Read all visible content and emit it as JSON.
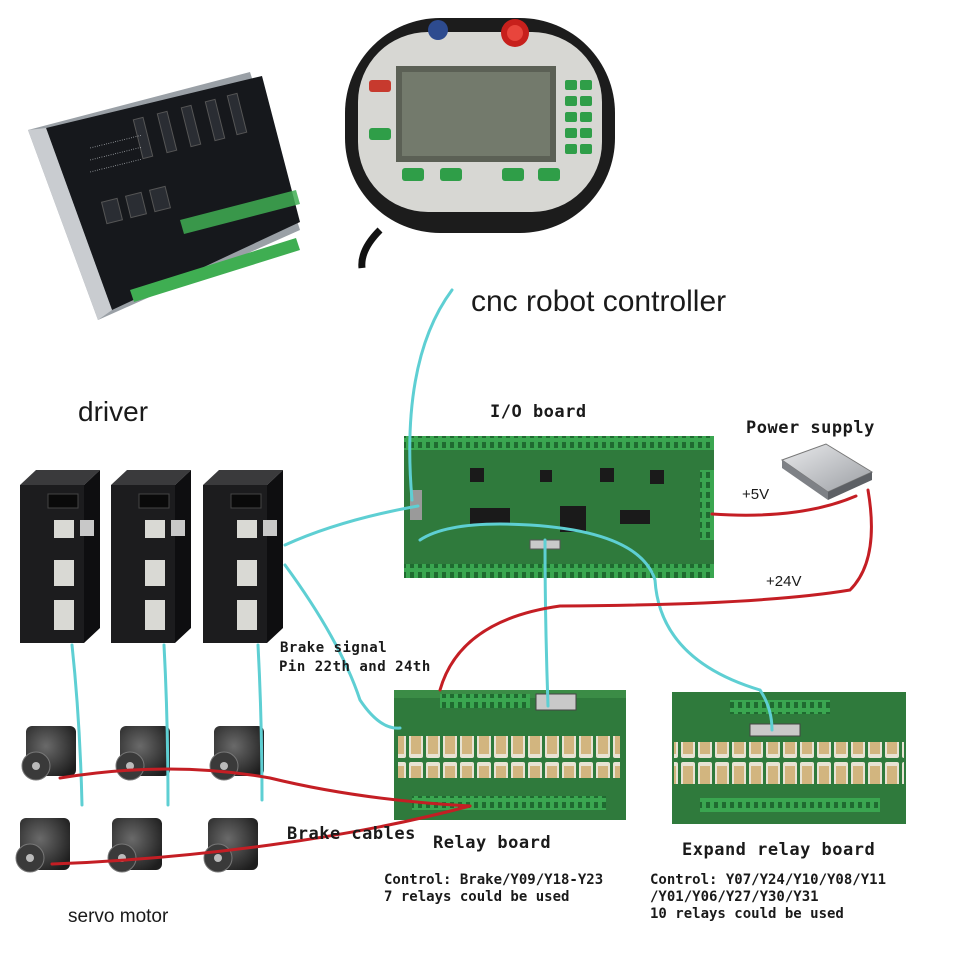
{
  "labels": {
    "cnc_controller": "cnc robot controller",
    "driver": "driver",
    "io_board": "I/O board",
    "power_supply": "Power supply",
    "plus5v": "+5V",
    "plus24v": "+24V",
    "brake_signal_line1": "Brake signal",
    "brake_signal_line2": "Pin 22th and 24th",
    "brake_cables": "Brake cables",
    "relay_board": "Relay board",
    "expand_relay_board": "Expand relay board",
    "servo_motor": "servo motor"
  },
  "relay_note": {
    "line1": "Control: Brake/Y09/Y18-Y23",
    "line2": "7 relays could be used"
  },
  "expand_note": {
    "line1": "Control: Y07/Y24/Y10/Y08/Y11",
    "line2": "/Y01/Y06/Y27/Y30/Y31",
    "line3": "10 relays could be used"
  },
  "colors": {
    "signal_cable": "#5ecfd3",
    "power_cable": "#c41e24",
    "pcb": "#2f7a3c",
    "terminal": "#33a04a",
    "driver_body": "#1c1c1e"
  }
}
